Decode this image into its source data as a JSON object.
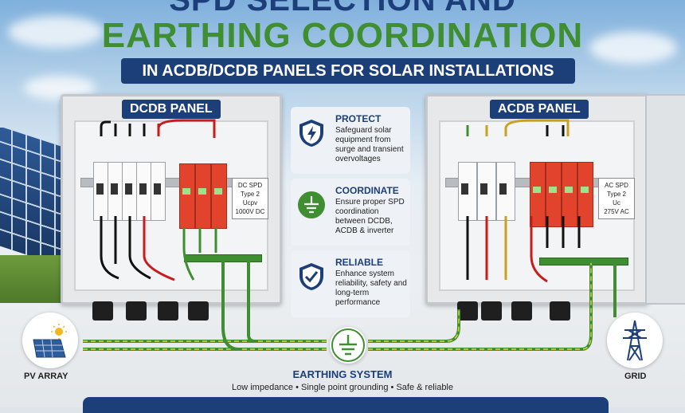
{
  "header": {
    "title_line1": "SPD SELECTION AND",
    "title_line2": "EARTHING COORDINATION",
    "subtitle": "IN ACDB/DCDB PANELS FOR SOLAR INSTALLATIONS"
  },
  "dcdb": {
    "label": "DCDB PANEL",
    "spd_tag": [
      "DC SPD",
      "Type 2",
      "Ucpv",
      "1000V DC"
    ]
  },
  "acdb": {
    "label": "ACDB PANEL",
    "spd_tag": [
      "AC SPD",
      "Type 2",
      "Uc",
      "275V AC"
    ]
  },
  "features": [
    {
      "icon": "shield-bolt-icon",
      "title": "PROTECT",
      "body": "Safeguard solar equipment from surge and transient overvoltages"
    },
    {
      "icon": "earth-ground-icon",
      "title": "COORDINATE",
      "body": "Ensure proper SPD coordination between DCDB, ACDB & inverter"
    },
    {
      "icon": "shield-check-icon",
      "title": "RELIABLE",
      "body": "Enhance system reliability, safety and long-term performance"
    }
  ],
  "pv_array": {
    "label": "PV ARRAY",
    "icon": "solar-panel-icon"
  },
  "grid": {
    "label": "GRID",
    "icon": "transmission-tower-icon"
  },
  "earthing": {
    "title": "EARTHING SYSTEM",
    "subtitle": "Low impedance • Single point grounding • Safe & reliable",
    "icon": "earth-ground-icon"
  },
  "colors": {
    "navy": "#1c3f7a",
    "green": "#3f8f32",
    "spd_red": "#e2432c"
  }
}
